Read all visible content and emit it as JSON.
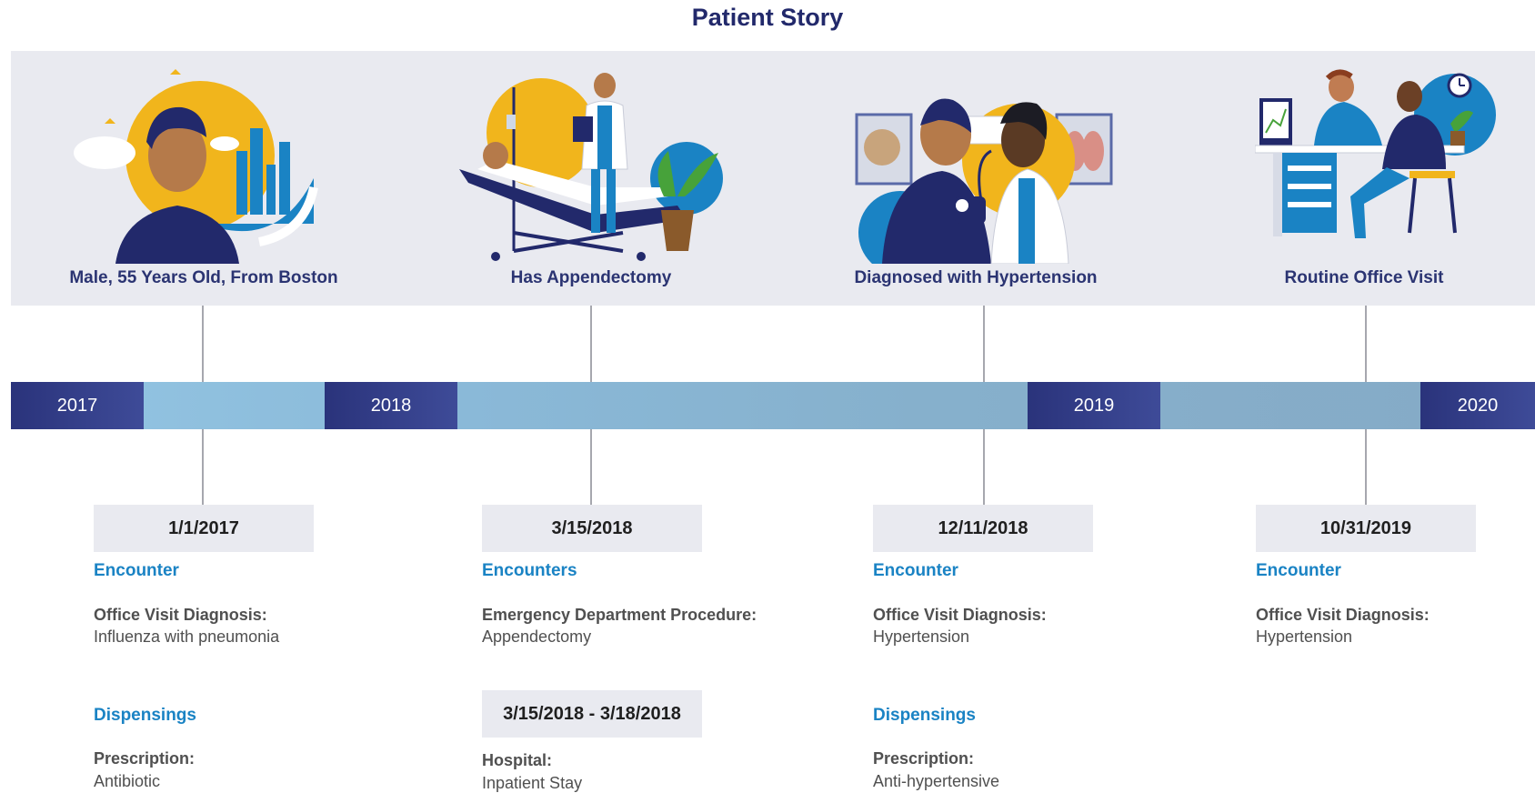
{
  "title": "Patient Story",
  "events": [
    {
      "caption": "Male, 55 Years Old, From Boston",
      "date": "1/1/2017",
      "encounter_heading": "Encounter",
      "encounter_label": "Office Visit Diagnosis:",
      "encounter_value": "Influenza with pneumonia",
      "dispensing_heading": "Dispensings",
      "dispensing_label": "Prescription:",
      "dispensing_value": "Antibiotic"
    },
    {
      "caption": "Has Appendectomy",
      "date": "3/15/2018",
      "encounter_heading": "Encounters",
      "encounter_label": "Emergency Department Procedure:",
      "encounter_value": "Appendectomy",
      "date_range": "3/15/2018 - 3/18/2018",
      "stay_label": "Hospital:",
      "stay_value": "Inpatient Stay"
    },
    {
      "caption": "Diagnosed with Hypertension",
      "date": "12/11/2018",
      "encounter_heading": "Encounter",
      "encounter_label": "Office Visit Diagnosis:",
      "encounter_value": "Hypertension",
      "dispensing_heading": "Dispensings",
      "dispensing_label": "Prescription:",
      "dispensing_value": "Anti-hypertensive"
    },
    {
      "caption": "Routine Office Visit",
      "date": "10/31/2019",
      "encounter_heading": "Encounter",
      "encounter_label": "Office Visit Diagnosis:",
      "encounter_value": "Hypertension"
    }
  ],
  "years": [
    "2017",
    "2018",
    "2019",
    "2020"
  ],
  "colors": {
    "title": "#22296b",
    "year_marker": "#2a337b",
    "timeline": "#8ab9d8",
    "section_heading": "#1a83c4",
    "panel": "#e9eaf0"
  },
  "icons": [
    "patient-boston-illustration",
    "hospital-bed-illustration",
    "blood-pressure-illustration",
    "office-visit-illustration"
  ]
}
